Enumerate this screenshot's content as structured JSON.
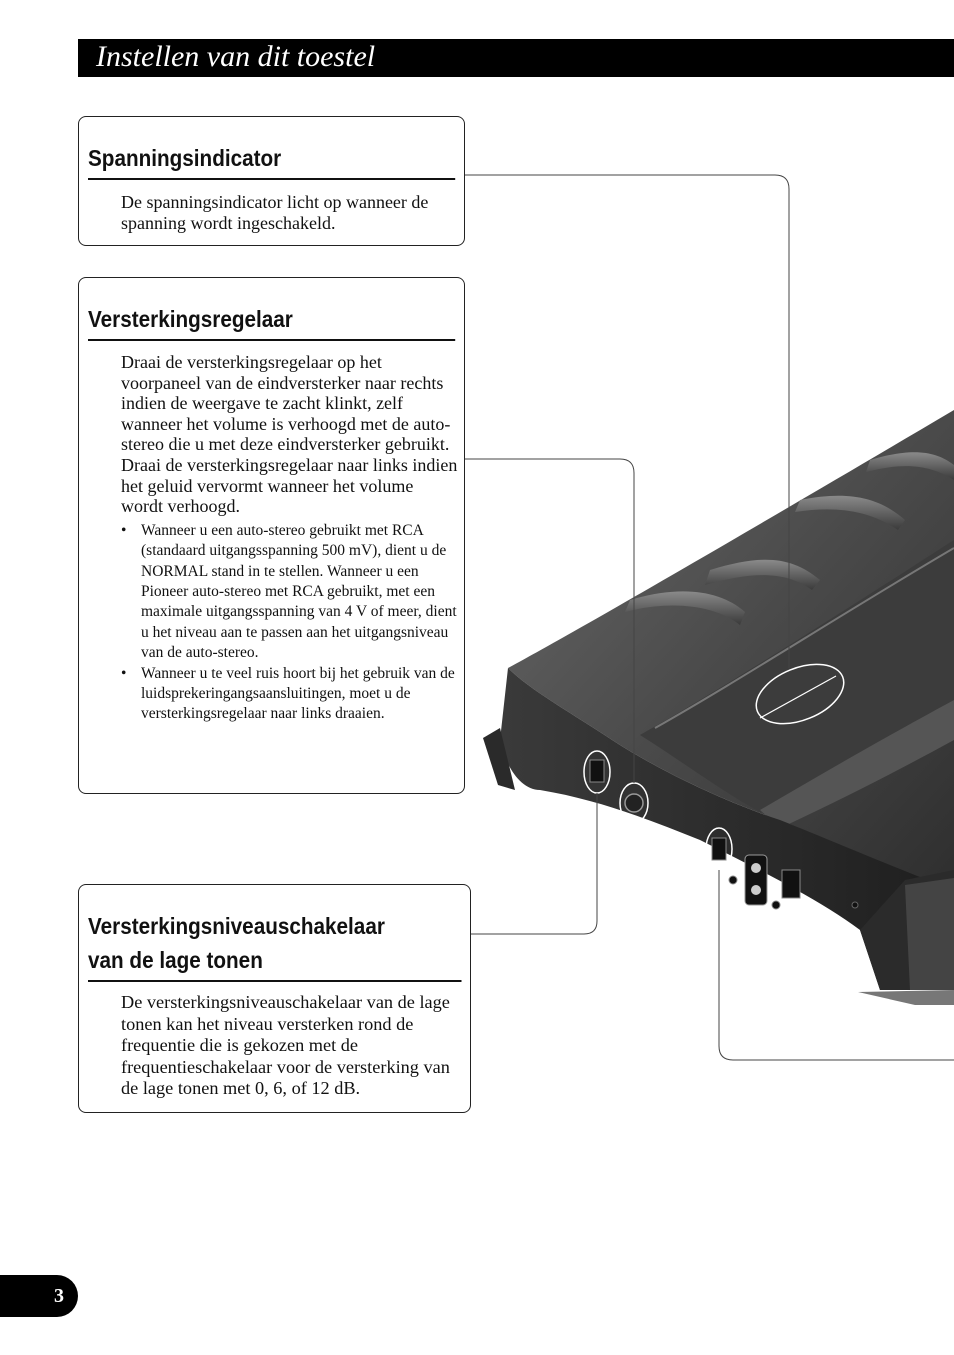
{
  "header": {
    "title": "Instellen van dit toestel"
  },
  "sections": [
    {
      "title": "Spanningsindicator",
      "body": "De spanningsindicator licht op wanneer de spanning wordt ingeschakeld."
    },
    {
      "title": "Versterkingsregelaar",
      "body": "Draai de versterkingsregelaar op het voorpaneel van de eindversterker naar rechts indien de weergave te zacht klinkt, zelf wanneer het volume is verhoogd met de auto-stereo die u met deze eindversterker gebruikt. Draai de versterkingsregelaar naar links indien het geluid vervormt wanneer het volume wordt verhoogd.",
      "bullets": [
        "Wanneer u een auto-stereo gebruikt met RCA (standaard uitgangsspanning 500 mV), dient u de NORMAL stand in te stellen. Wanneer u een Pioneer auto-stereo met RCA gebruikt, met een maximale uitgangsspanning van 4 V of meer, dient u het niveau aan te passen aan het uitgangsniveau van de auto-stereo.",
        "Wanneer u te veel ruis hoort bij het gebruik van de luidsprekeringangsaansluitingen, moet u de versterkingsregelaar naar links draaien."
      ]
    },
    {
      "title_line1": "Versterkingsniveauschakelaar",
      "title_line2": "van de lage tonen",
      "body": "De versterkingsniveauschakelaar van de lage tonen kan het niveau versterken rond de frequentie die is gekozen met de frequentieschakelaar voor de versterking van de lage tonen met 0, 6, of 12 dB."
    }
  ],
  "page_number": "3"
}
